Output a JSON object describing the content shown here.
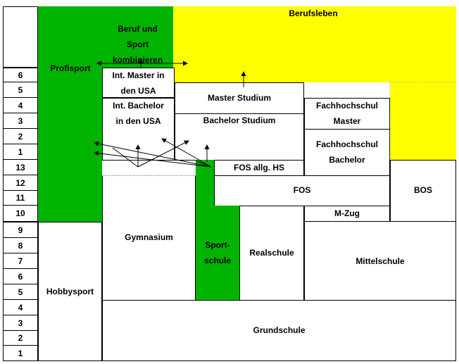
{
  "axis": [
    "6",
    "5",
    "4",
    "3",
    "2",
    "1",
    "13",
    "12",
    "11",
    "10",
    "9",
    "8",
    "7",
    "6",
    "5",
    "4",
    "3",
    "2",
    "1"
  ],
  "labels": {
    "berufsleben": "Berufsleben",
    "beruf_sport": "Beruf und\nSport\nkombinieren",
    "profisport": "Profisport",
    "int_master": "Int. Master in\nden USA",
    "int_bachelor": "Int. Bachelor\nin den USA",
    "master_studium": "Master Studium",
    "bachelor_studium": "Bachelor Studium",
    "fh_master": "Fachhochschul\nMaster",
    "fh_bachelor": "Fachhochschul\nBachelor",
    "fos_allg": "FOS allg. HS",
    "fos": "FOS",
    "bos": "BOS",
    "m_zug": "M-Zug",
    "gymnasium": "Gymnasium",
    "sportschule": "Sport-\nschule",
    "realschule": "Realschule",
    "mittelschule": "Mittelschule",
    "hobbysport": "Hobbysport",
    "grundschule": "Grundschule"
  },
  "colors": {
    "green": "#00b400",
    "yellow": "#ffff00"
  }
}
